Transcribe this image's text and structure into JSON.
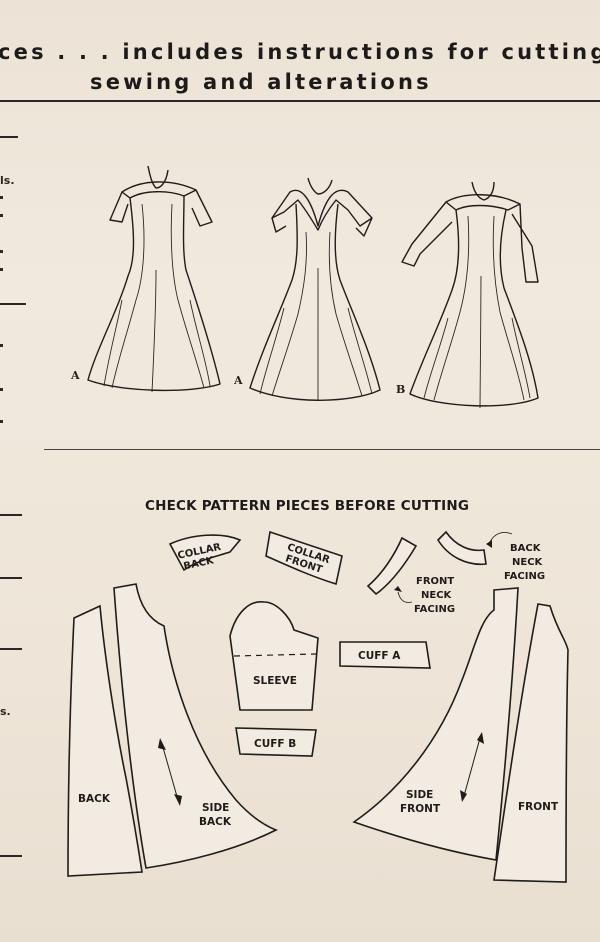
{
  "header": {
    "line1": "ces . . . includes instructions for cutting",
    "line2": "sewing and alterations"
  },
  "margin_fragments": [
    "ls.",
    "s."
  ],
  "views": [
    {
      "letter": "A"
    },
    {
      "letter": "A"
    },
    {
      "letter": "B"
    }
  ],
  "pattern_section": {
    "title": "CHECK PATTERN PIECES BEFORE CUTTING",
    "pieces": {
      "collar_back": [
        "COLLAR",
        "BACK"
      ],
      "collar_front": [
        "COLLAR",
        "FRONT"
      ],
      "front_neck_facing": [
        "FRONT",
        "NECK",
        "FACING"
      ],
      "back_neck_facing": [
        "BACK",
        "NECK",
        "FACING"
      ],
      "sleeve": "SLEEVE",
      "cuff_a": "CUFF   A",
      "cuff_b": "CUFF  B",
      "back": "BACK",
      "side_back": [
        "SIDE",
        "BACK"
      ],
      "side_front": [
        "SIDE",
        "FRONT"
      ],
      "front": "FRONT"
    }
  }
}
